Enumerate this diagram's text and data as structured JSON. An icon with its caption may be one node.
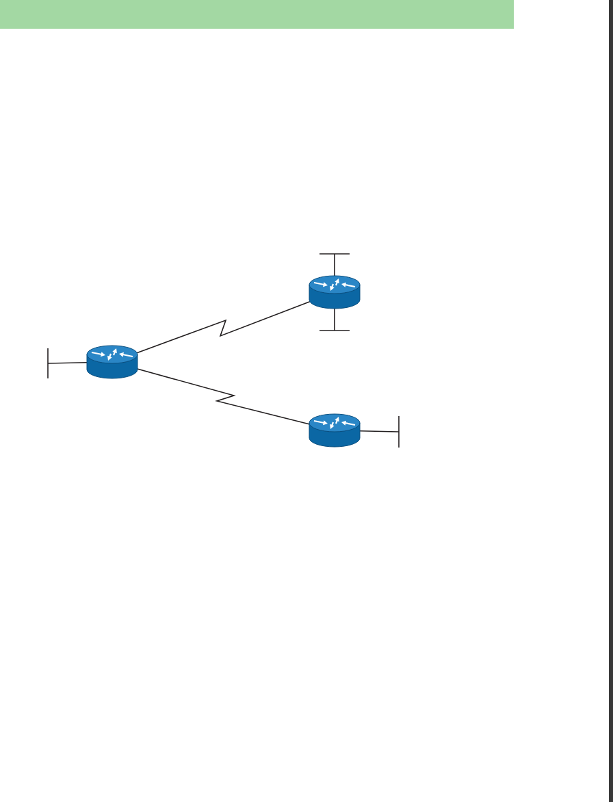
{
  "diagram": {
    "nodes": [
      {
        "text": [],
        "shape": "bar"
      },
      {
        "text": [],
        "shape": "router"
      },
      {
        "text": [],
        "shape": "bar"
      },
      {
        "text": [],
        "shape": "bar"
      },
      {
        "text": [],
        "shape": "router"
      },
      {
        "text": [],
        "shape": "router"
      },
      {
        "text": [],
        "shape": "bar"
      }
    ],
    "edges": [
      {
        "from": 1,
        "to": 0,
        "arrow": "none"
      },
      {
        "from": 1,
        "to": 2,
        "arrow": "none"
      },
      {
        "from": 4,
        "to": 3,
        "arrow": "none"
      },
      {
        "from": 4,
        "to": 1,
        "arrow": "none"
      },
      {
        "from": 4,
        "to": 5,
        "arrow": "none"
      },
      {
        "from": 5,
        "to": 6,
        "arrow": "none"
      }
    ]
  }
}
